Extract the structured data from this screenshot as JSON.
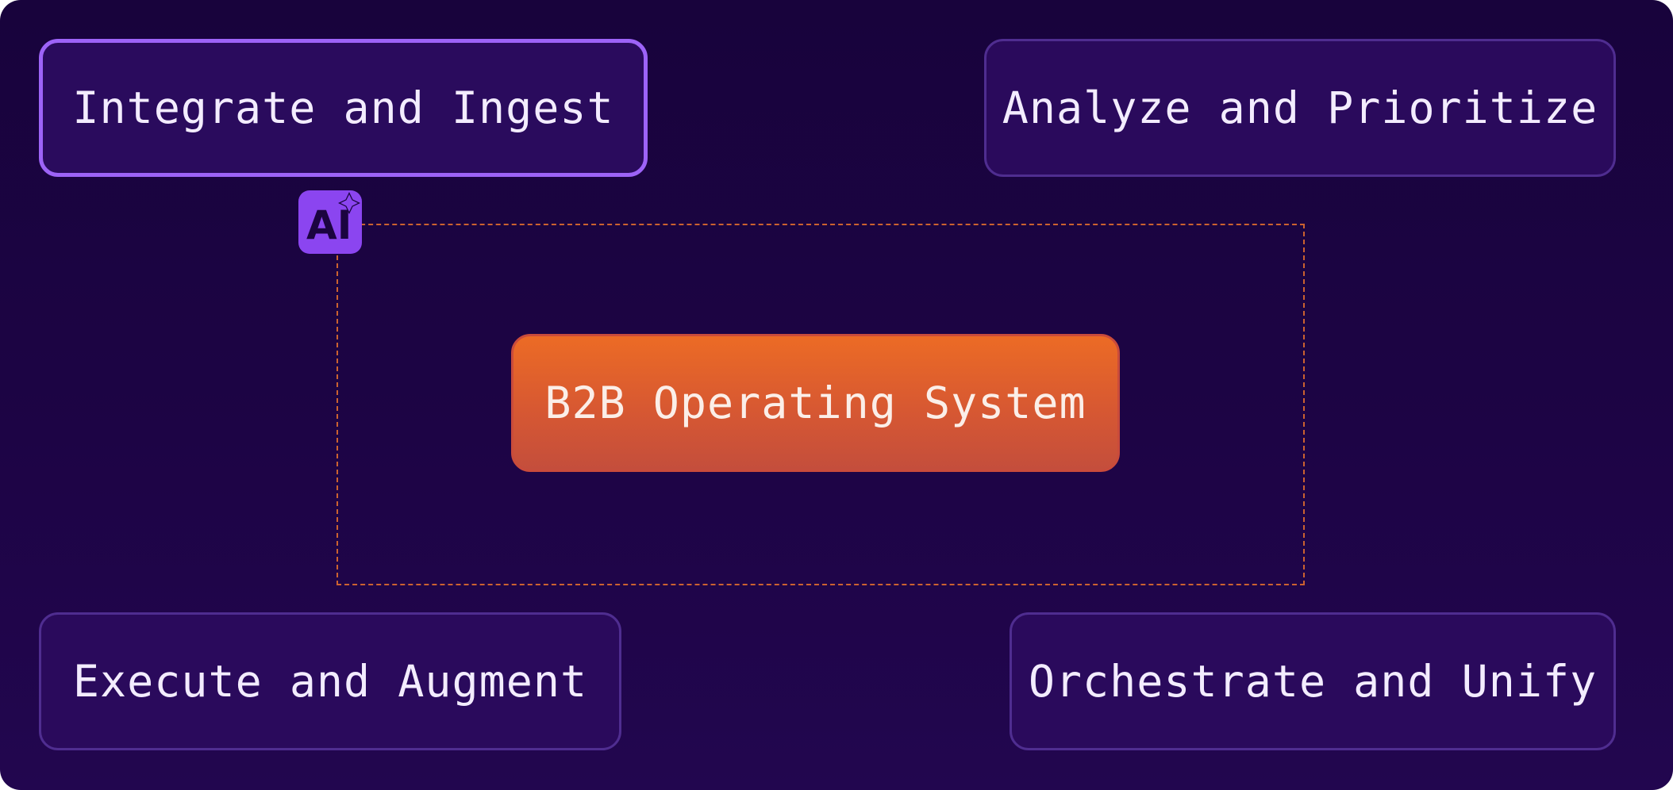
{
  "stages": {
    "top_left": "Integrate and Ingest",
    "top_right": "Analyze and Prioritize",
    "bottom_left": "Execute and Augment",
    "bottom_right": "Orchestrate and Unify"
  },
  "core": {
    "label": "B2B Operating System"
  },
  "badge": {
    "text": "AI",
    "icon": "ai-sparkle-icon"
  },
  "colors": {
    "background": "#1b0440",
    "stage_fill": "#2a0a5c",
    "stage_border": "#4f2d90",
    "active_border": "#9d63f7",
    "core_top": "#ec6b25",
    "core_bottom": "#c44e3c",
    "dashed_outline": "#d5682f",
    "badge": "#8b45f0"
  }
}
